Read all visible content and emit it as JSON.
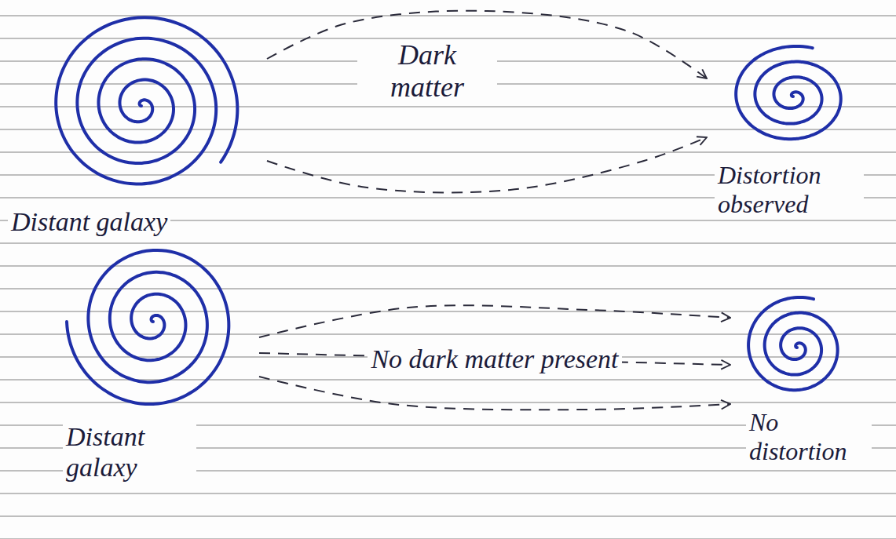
{
  "diagram": {
    "nodes": [
      {
        "text": [
          "Distant galaxy"
        ]
      },
      {
        "text": [
          "Distortion observed"
        ]
      },
      {
        "text": [
          "Distant galaxy"
        ]
      },
      {
        "text": [
          "No distortion"
        ]
      }
    ],
    "edges": [
      {
        "from": 0,
        "to": 1,
        "arrow": "to"
      },
      {
        "from": 0,
        "to": 1,
        "arrow": "to"
      },
      {
        "from": 2,
        "to": 3,
        "arrow": "to"
      },
      {
        "from": 2,
        "to": 3,
        "arrow": "to",
        "label": "No dark matter present"
      },
      {
        "from": 2,
        "to": 3,
        "arrow": "to"
      }
    ],
    "labels": [
      "Dark matter"
    ]
  }
}
